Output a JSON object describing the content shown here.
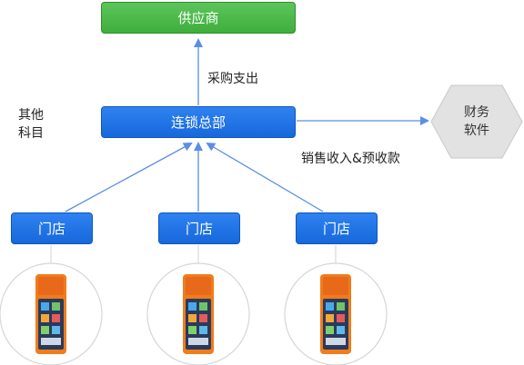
{
  "nodes": {
    "supplier": "供应商",
    "hq": "连锁总部",
    "store_label": "门店",
    "finance_line1": "财务",
    "finance_line2": "软件"
  },
  "labels": {
    "purchase": "采购支出",
    "other_line1": "其他",
    "other_line2": "科目",
    "sales": "销售收入&预收款"
  },
  "colors": {
    "node_blue": "#1a6fe0",
    "node_green": "#4cbb4a",
    "arrow": "#5b8ee6",
    "hexagon": "#e2e2e2"
  }
}
